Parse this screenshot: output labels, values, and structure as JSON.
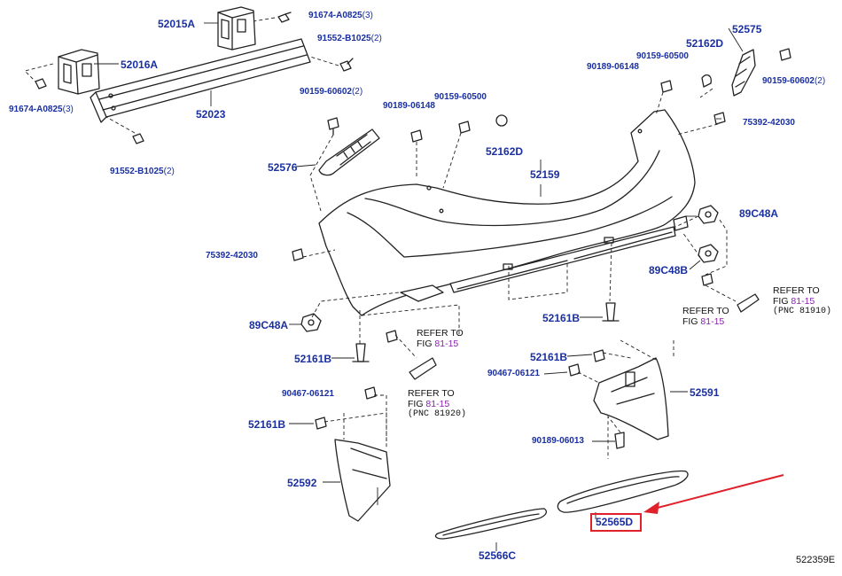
{
  "colors": {
    "label": "#1a2fa0",
    "ref_number": "#8a1fb0",
    "highlight": "#e0202a",
    "line": "#222222"
  },
  "labels": {
    "p52015A": "52015A",
    "p91674_top": "91674-A0825",
    "p91674_top_q": "(3)",
    "p91552_top": "91552-B1025",
    "p91552_top_q": "(2)",
    "p52016A": "52016A",
    "p91674_left": "91674-A0825",
    "p91674_left_q": "(3)",
    "p52023": "52023",
    "p91552_bot": "91552-B1025",
    "p91552_bot_q": "(2)",
    "p90159_l": "90159-60602",
    "p90159_l_q": "(2)",
    "p90189_m": "90189-06148",
    "p90159_60500_m": "90159-60500",
    "p52162D_m": "52162D",
    "p52576": "52576",
    "p52159": "52159",
    "p90189_r": "90189-06148",
    "p90159_60500_r": "90159-60500",
    "p52162D_r": "52162D",
    "p52575": "52575",
    "p90159_r": "90159-60602",
    "p90159_r_q": "(2)",
    "p75392_r": "75392-42030",
    "p89C48A_r": "89C48A",
    "p75392_l": "75392-42030",
    "p89C48B": "89C48B",
    "p89C48A_l": "89C48A",
    "p52161B_c": "52161B",
    "p52161B_l": "52161B",
    "p52161B_r": "52161B",
    "p90467_r": "90467-06121",
    "p52591": "52591",
    "p90189_06013": "90189-06013",
    "p90467_l": "90467-06121",
    "p52161B_ll": "52161B",
    "p52592": "52592",
    "p52565D": "52565D",
    "p52566C": "52566C"
  },
  "refs": {
    "right": {
      "line1": "REFER TO",
      "fig": "FIG",
      "num": "81-15",
      "pnc": "(PNC 81910)"
    },
    "center": {
      "line1": "REFER TO",
      "fig": "FIG",
      "num": "81-15"
    },
    "left": {
      "line1": "REFER TO",
      "fig": "FIG",
      "num": "81-15",
      "pnc": "(PNC 81920)"
    }
  },
  "figure_id": "522359E"
}
